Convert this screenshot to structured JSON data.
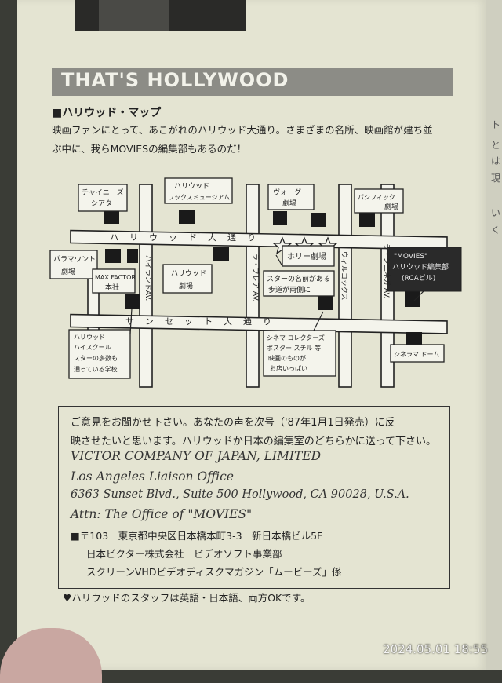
{
  "banner_title": "THAT'S HOLLYWOOD",
  "section_heading": "■ハリウッド・マップ",
  "intro_line1": "映画ファンにとって、あこがれのハリウッド大通り。さまざまの名所、映画館が建ち並",
  "intro_line2": "ぶ中に、我らMOVIESの編集部もあるのだ！",
  "map": {
    "streets": {
      "hollywood_blvd": "ハリウッド大通り",
      "sunset_blvd": "サンセット大通り",
      "highland_ave": "ハイランドAV.",
      "la_brea": "ラ・ブレア AV.",
      "wilcox": "ウィルコックス",
      "la_cienega": "ラ・シエネガ AV."
    },
    "labels": {
      "chinese": [
        "チャイニーズ",
        "シアター"
      ],
      "wax_museum": [
        "ハリウッド",
        "ワックスミュージアム"
      ],
      "vogue": [
        "ヴォーグ",
        "劇場"
      ],
      "pacific": [
        "パシフィック",
        "劇場"
      ],
      "paramount": [
        "パラマウント",
        "劇場"
      ],
      "max_factor": [
        "MAX FACTOR",
        "本社"
      ],
      "hollywood_theater": [
        "ハリウッド",
        "劇場"
      ],
      "holly_theater": [
        "ホリー劇場"
      ],
      "walk_of_fame": [
        "スターの名前がある",
        "歩道が両側に"
      ],
      "movies_office": [
        "\"MOVIES\"",
        "ハリウッド編集部",
        "(RCAビル)"
      ],
      "high_school": [
        "ハリウッド",
        "ハイスクール",
        "スターの多数も",
        "通っている学校"
      ],
      "cinema_collectors": [
        "シネマ コレクターズ",
        "ポスター スチル 等",
        "映画のものが",
        "お店いっぱい"
      ],
      "cinerama": [
        "シネラマ ドーム"
      ]
    }
  },
  "info": {
    "jp_line1": "ご意見をお聞かせ下さい。あなたの声を次号（'87年1月1日発売）に反",
    "jp_line2": "映させたいと思います。ハリウッドか日本の編集室のどちらかに送って下さい。",
    "en_company": "VICTOR COMPANY OF JAPAN, LIMITED",
    "en_office": "Los Angeles Liaison Office",
    "en_address": "6363 Sunset Blvd., Suite 500 Hollywood, CA 90028, U.S.A.",
    "en_attn": "Attn: The Office of \"MOVIES\"",
    "jp_addr1": "■〒103　東京都中央区日本橋本町3-3　新日本橋ビル5F",
    "jp_addr2": "日本ビクター株式会社　ビデオソフト事業部",
    "jp_addr3": "スクリーンVHDビデオディスクマガジン「ムービーズ」係"
  },
  "footer": "♥ハリウッドのスタッフは英語・日本語、両方OKです。",
  "timestamp": "2024.05.01 18:55",
  "edge_chars": [
    "ト",
    "と",
    "は",
    "現",
    "い",
    "く"
  ]
}
